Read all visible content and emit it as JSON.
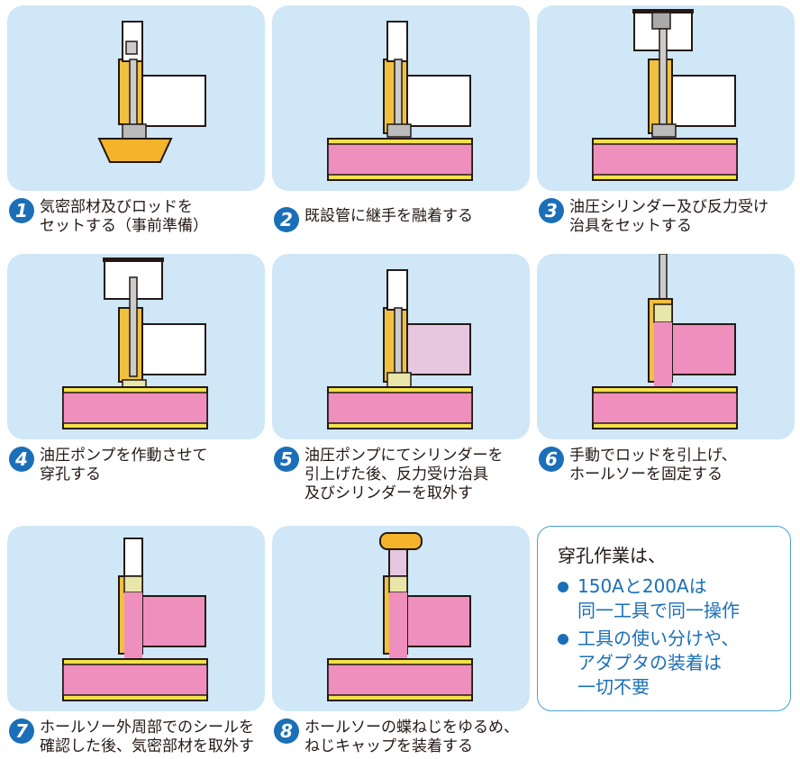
{
  "steps": [
    {
      "number": "1",
      "caption": "気密部材及びロッドを\nセットする（事前準備）"
    },
    {
      "number": "2",
      "caption": "既設管に継手を融着する"
    },
    {
      "number": "3",
      "caption": "油圧シリンダー及び反力受け\n治具をセットする"
    },
    {
      "number": "4",
      "caption": "油圧ポンプを作動させて\n穿孔する"
    },
    {
      "number": "5",
      "caption": "油圧ポンプにてシリンダーを\n引上げた後、反力受け治具\n及びシリンダーを取外す"
    },
    {
      "number": "6",
      "caption": "手動でロッドを引上げ、\nホールソーを固定する"
    },
    {
      "number": "7",
      "caption": "ホールソー外周部でのシールを\n確認した後、気密部材を取外す"
    },
    {
      "number": "8",
      "caption": "ホールソーの蝶ねじをゆるめ、\nねじキャップを装着する"
    }
  ],
  "note": {
    "title": "穿孔作業は、",
    "items": [
      "150Aと200Aは\n同一工具で同一操作",
      "工具の使い分けや、\nアダプタの装着は\n一切不要"
    ]
  },
  "colors": {
    "panel_bg": "#cfe7f6",
    "pipe_pink": "#ee8fbd",
    "pipe_yellow": "#f2e24a",
    "fitting_gold": "#f0c040",
    "step_badge": "#1a6fb8",
    "note_text": "#1a6fb8"
  }
}
